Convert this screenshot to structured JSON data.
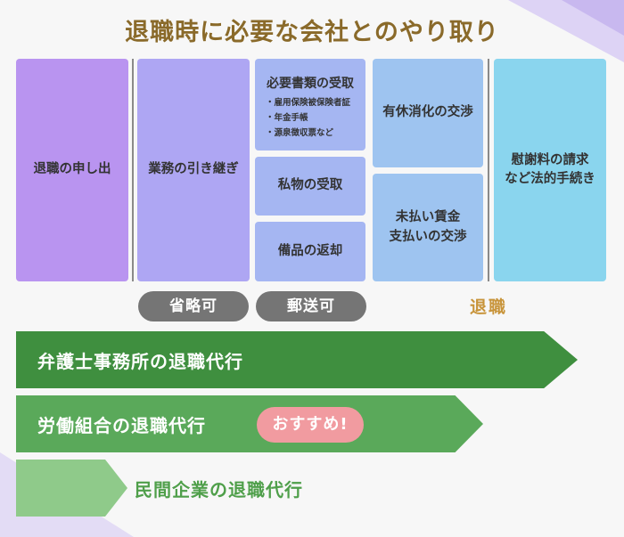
{
  "title": "退職時に必要な会社とのやり取り",
  "steps": {
    "resign": "退職の申し出",
    "handover": "業務の引き継ぎ",
    "docs_title": "必要書類の受取",
    "docs_items": [
      "雇用保険被保険者証",
      "年金手帳",
      "源泉徴収票など"
    ],
    "belongings": "私物の受取",
    "equipment": "備品の返却",
    "paid_leave": "有休消化の交渉",
    "unpaid_wages_line1": "未払い賃金",
    "unpaid_wages_line2": "支払いの交渉",
    "damages_line1": "慰謝料の請求",
    "damages_line2": "など法的手続き"
  },
  "pills": {
    "omit": "省略可",
    "mail": "郵送可"
  },
  "retire_label": "退職",
  "services": {
    "lawyer": "弁護士事務所の退職代行",
    "union": "労働組合の退職代行",
    "recommend": "おすすめ!",
    "private": "民間企業の退職代行"
  },
  "colors": {
    "title": "#8a6a2a",
    "arrow_lawyer": "#3f8f3f",
    "arrow_union": "#5aa95a",
    "arrow_private": "#8fca8a",
    "badge": "#f19ba0",
    "retire_label": "#c8943a"
  }
}
